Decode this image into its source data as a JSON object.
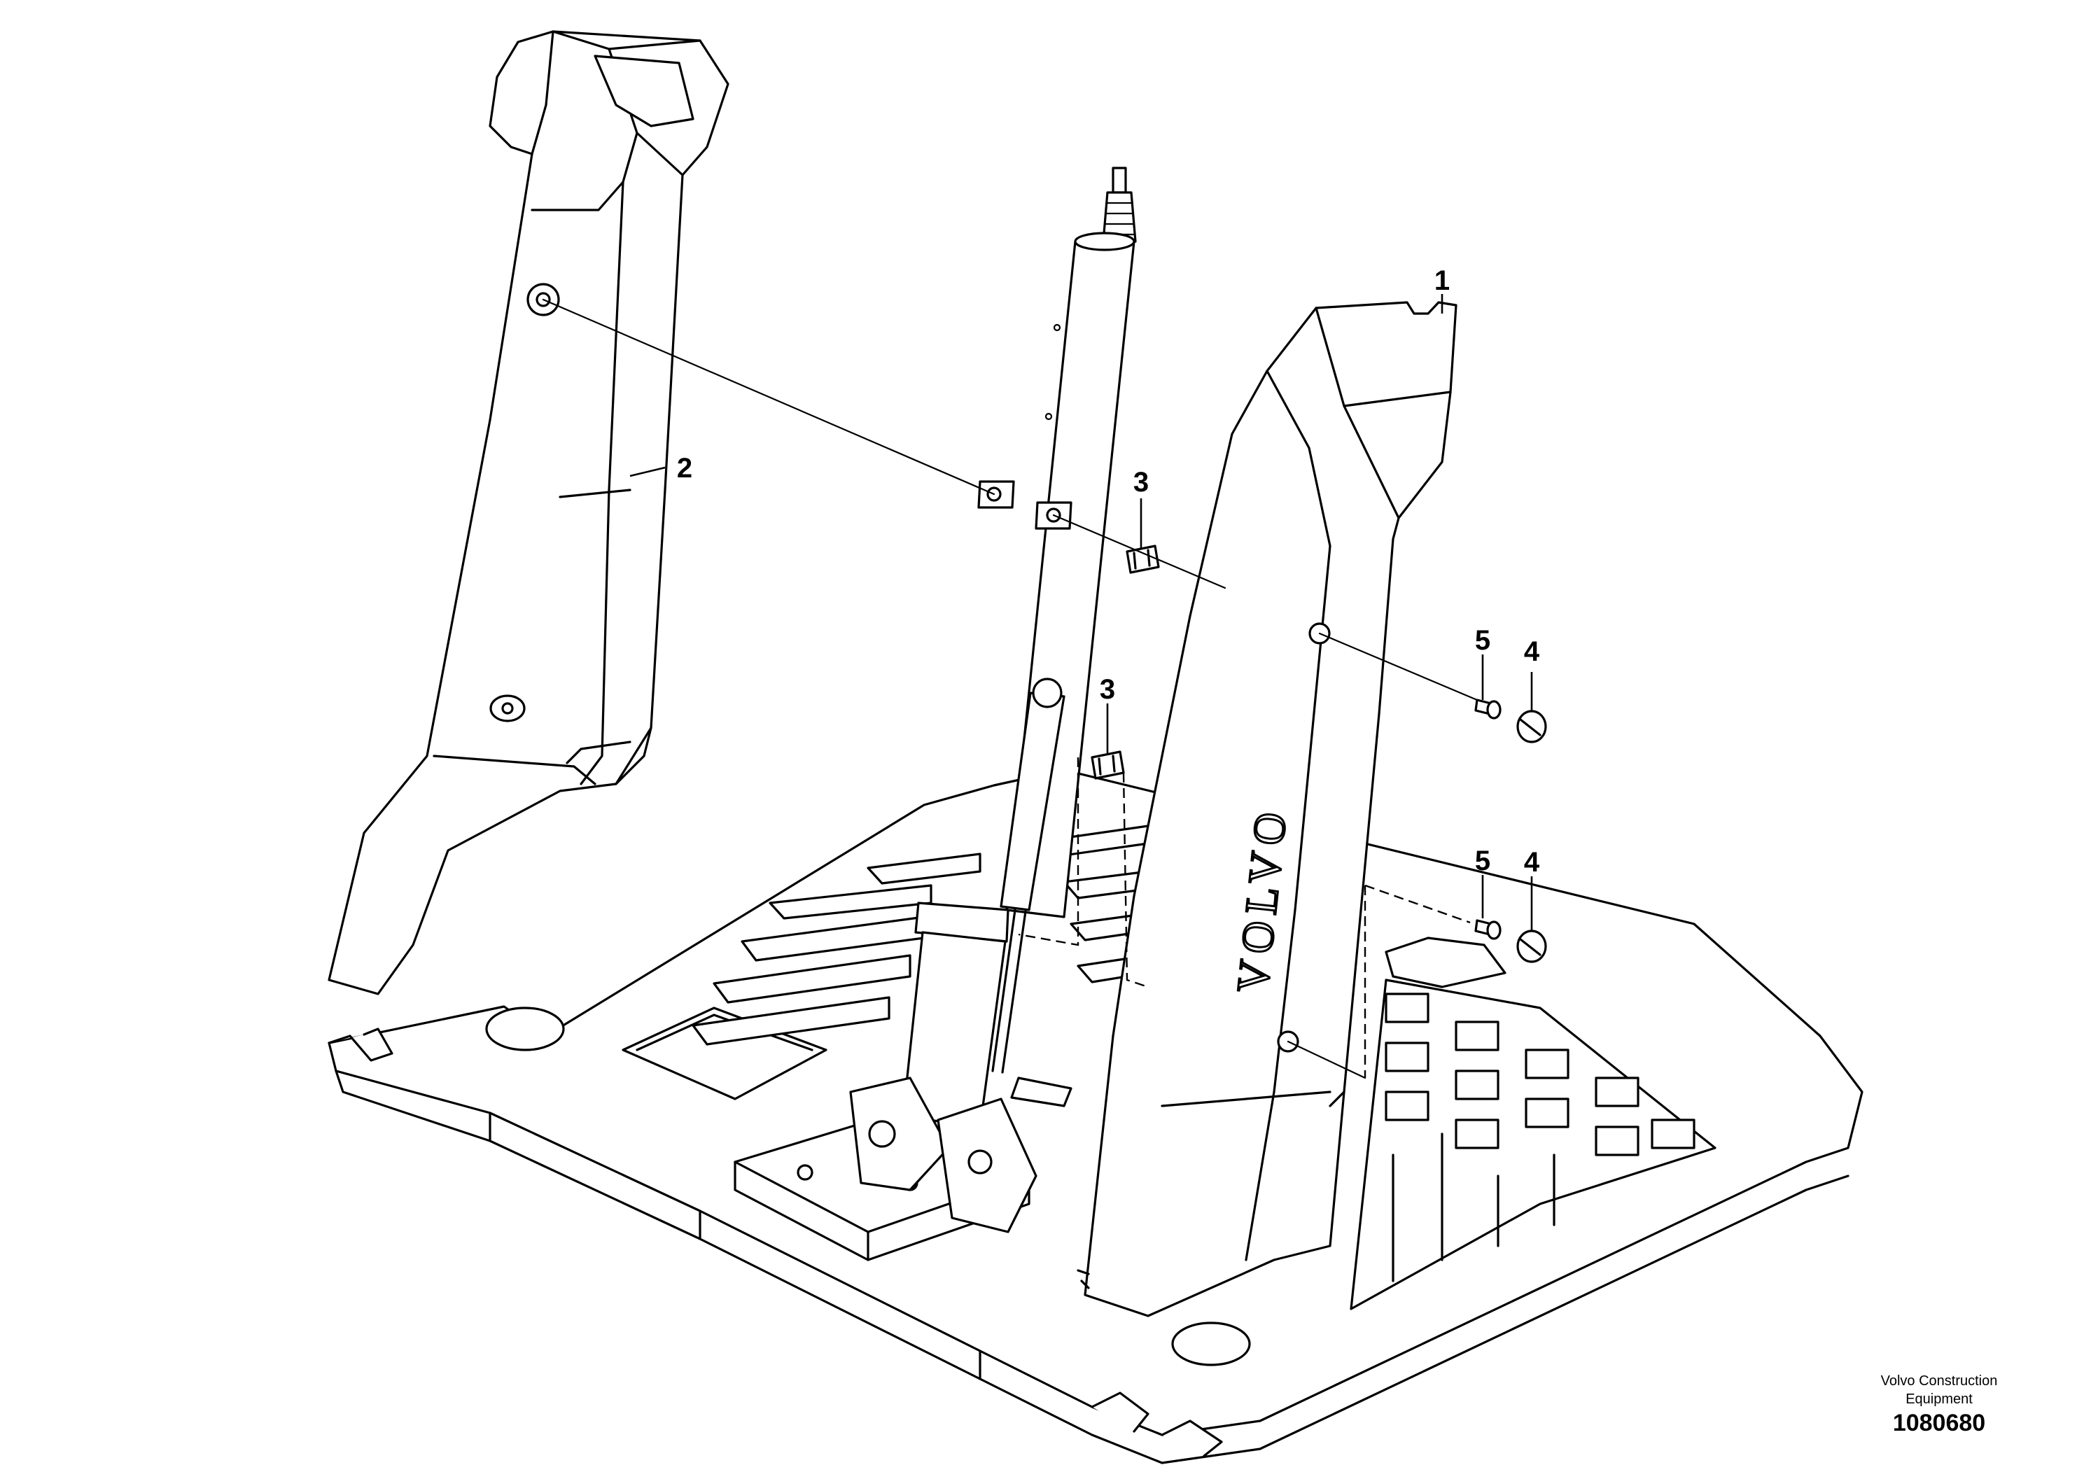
{
  "callouts": {
    "c1": "1",
    "c2": "2",
    "c3a": "3",
    "c3b": "3",
    "c4a": "4",
    "c4b": "4",
    "c5a": "5",
    "c5b": "5"
  },
  "brand_mark": "VOLVO",
  "footer": {
    "company_line1": "Volvo Construction",
    "company_line2": "Equipment",
    "drawing_number": "1080680"
  },
  "colors": {
    "line": "#000000",
    "background": "#ffffff"
  }
}
